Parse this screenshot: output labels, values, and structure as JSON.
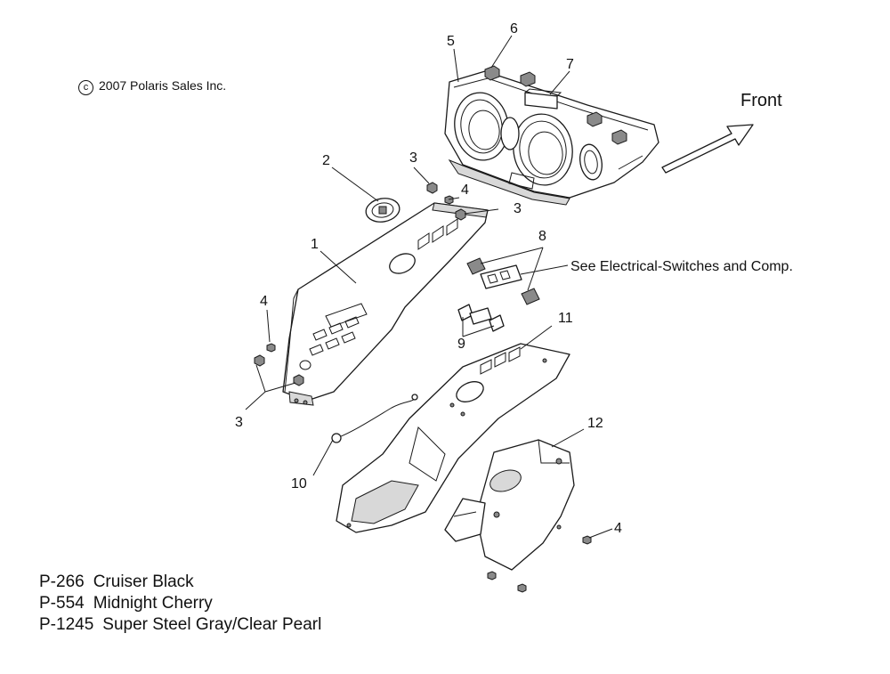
{
  "copyright": {
    "symbol": "c",
    "text": "2007 Polaris Sales Inc."
  },
  "direction_label": "Front",
  "note": "See Electrical-Switches and Comp.",
  "callouts": {
    "c1": "1",
    "c2": "2",
    "c3a": "3",
    "c3b": "3",
    "c3c": "3",
    "c4a": "4",
    "c4b": "4",
    "c4c": "4",
    "c5": "5",
    "c6": "6",
    "c7": "7",
    "c8": "8",
    "c9": "9",
    "c10": "10",
    "c11": "11",
    "c12": "12"
  },
  "paint_codes": [
    {
      "code": "P-266",
      "name": "Cruiser Black"
    },
    {
      "code": "P-554",
      "name": "Midnight Cherry"
    },
    {
      "code": "P-1245",
      "name": "Super Steel Gray/Clear Pearl"
    }
  ]
}
